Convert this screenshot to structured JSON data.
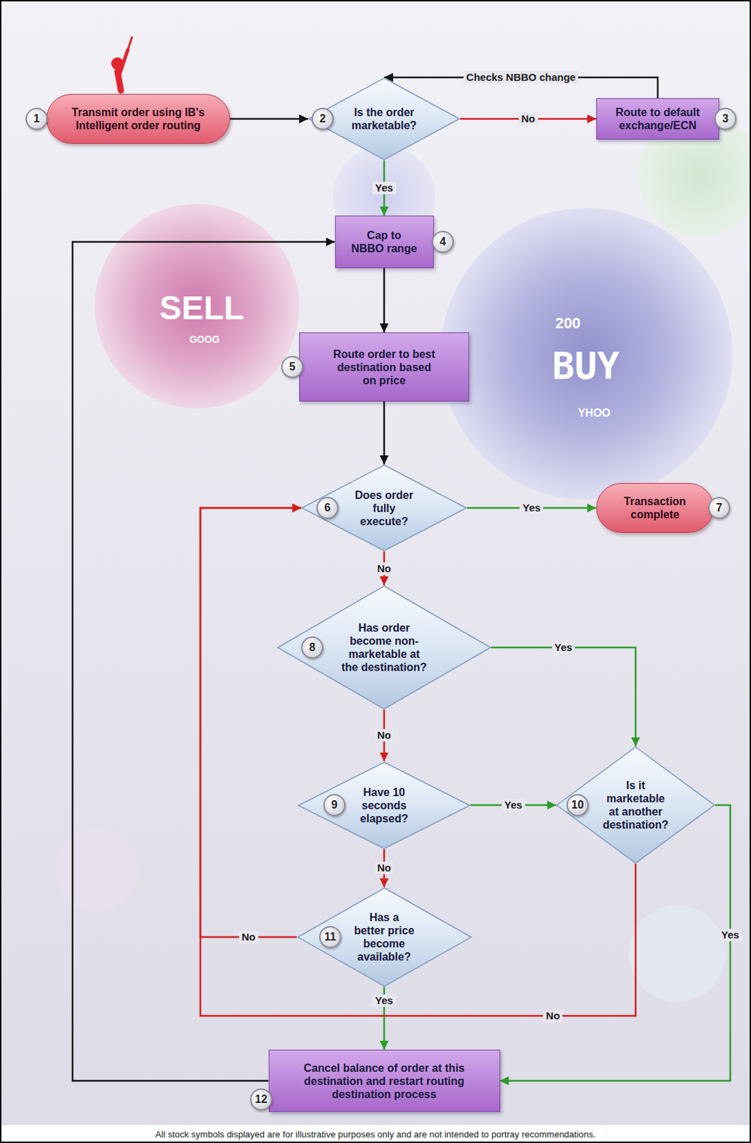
{
  "diagram": {
    "caption": "All stock symbols displayed are for illustrative purposes only and are not intended to portray recommendations.",
    "nodes": [
      {
        "text": [
          "Transmit order using IB's Intelligent order routing"
        ]
      },
      {
        "text": [
          "Is the order marketable?"
        ]
      },
      {
        "text": [
          "Route to default exchange/ECN"
        ]
      },
      {
        "text": [
          "Cap to NBBO range"
        ]
      },
      {
        "text": [
          "Route order to best destination based on price"
        ]
      },
      {
        "text": [
          "Does order fully execute?"
        ]
      },
      {
        "text": [
          "Transaction complete"
        ]
      },
      {
        "text": [
          "Has order become non-marketable at the destination?"
        ]
      },
      {
        "text": [
          "Have 10 seconds elapsed?"
        ]
      },
      {
        "text": [
          "Is it marketable at another destination?"
        ]
      },
      {
        "text": [
          "Has a better price become available?"
        ]
      },
      {
        "text": [
          "Cancel balance of order at this destination and restart routing destination process"
        ]
      }
    ],
    "edges": [
      {
        "from": 0,
        "to": 1,
        "arrow": "to"
      },
      {
        "from": 1,
        "to": 2,
        "label": "No",
        "arrow": "to"
      },
      {
        "from": 2,
        "to": 1,
        "label": "Checks NBBO change",
        "arrow": "to"
      },
      {
        "from": 1,
        "to": 3,
        "label": "Yes",
        "arrow": "to"
      },
      {
        "from": 3,
        "to": 4,
        "arrow": "to"
      },
      {
        "from": 4,
        "to": 5,
        "arrow": "to"
      },
      {
        "from": 5,
        "to": 6,
        "label": "Yes",
        "arrow": "to"
      },
      {
        "from": 5,
        "to": 7,
        "label": "No",
        "arrow": "to"
      },
      {
        "from": 7,
        "to": 9,
        "label": "Yes",
        "arrow": "to"
      },
      {
        "from": 7,
        "to": 8,
        "label": "No",
        "arrow": "to"
      },
      {
        "from": 8,
        "to": 9,
        "label": "Yes",
        "arrow": "to"
      },
      {
        "from": 8,
        "to": 10,
        "label": "No",
        "arrow": "to"
      },
      {
        "from": 10,
        "to": 5,
        "label": "No",
        "arrow": "to"
      },
      {
        "from": 10,
        "to": 11,
        "label": "Yes",
        "arrow": "to"
      },
      {
        "from": 9,
        "to": 5,
        "label": "No",
        "arrow": "to"
      },
      {
        "from": 9,
        "to": 11,
        "label": "Yes",
        "arrow": "to"
      },
      {
        "from": 11,
        "to": 3,
        "arrow": "to"
      }
    ],
    "labels": [
      "1",
      "2",
      "3",
      "4",
      "5",
      "6",
      "7",
      "8",
      "9",
      "10",
      "11",
      "12",
      "SELL",
      "GOOG",
      "200",
      "BUY",
      "YHOO"
    ]
  }
}
